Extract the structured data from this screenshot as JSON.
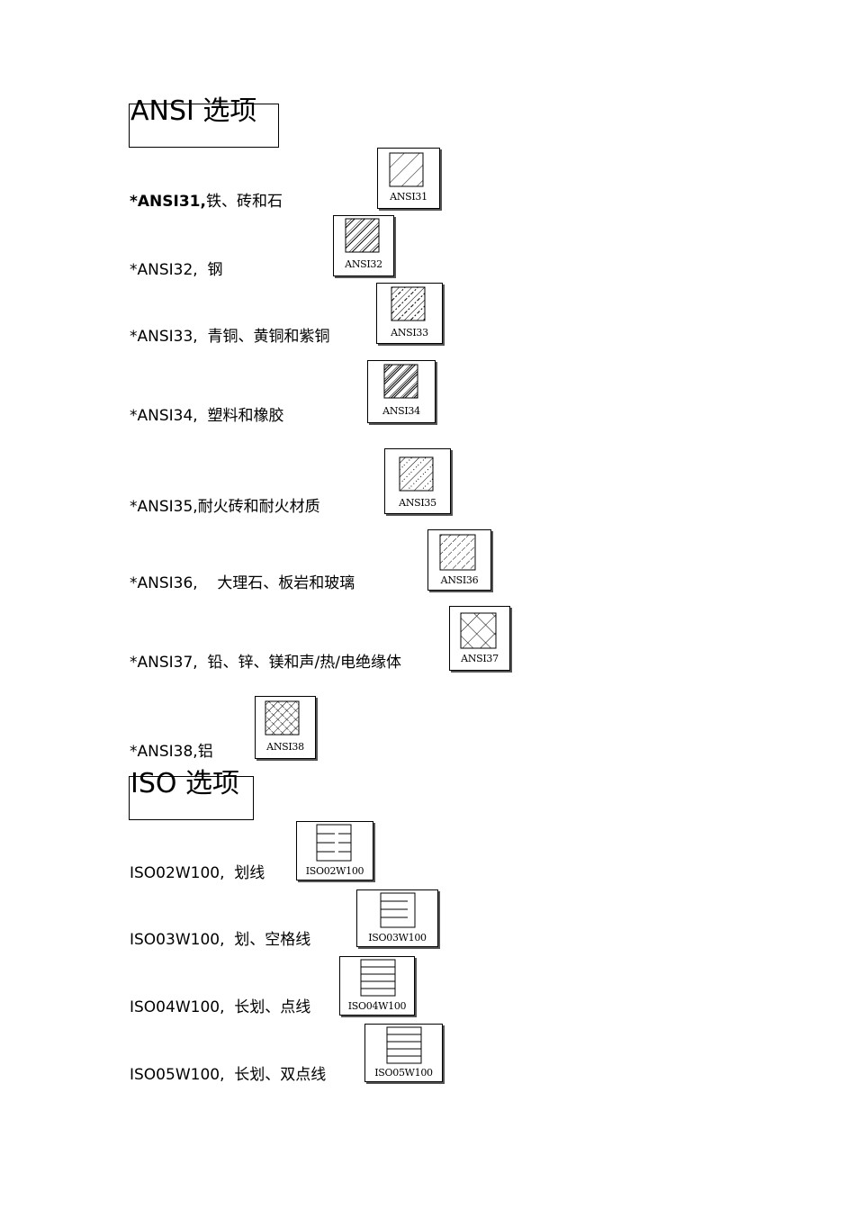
{
  "sections": {
    "ansi": {
      "title": "ANSI 选项",
      "items": [
        {
          "code": "*ANSI31,",
          "desc": "铁、砖和石",
          "swatch_label": "ANSI31"
        },
        {
          "code": "*ANSI32,",
          "desc": "钢",
          "swatch_label": "ANSI32"
        },
        {
          "code": "*ANSI33,",
          "desc": "青铜、黄铜和紫铜",
          "swatch_label": "ANSI33"
        },
        {
          "code": "*ANSI34,",
          "desc": "塑料和橡胶",
          "swatch_label": "ANSI34"
        },
        {
          "code": "*ANSI35,",
          "desc": "耐火砖和耐火材质",
          "swatch_label": "ANSI35"
        },
        {
          "code": "*ANSI36,",
          "desc": "大理石、板岩和玻璃",
          "swatch_label": "ANSI36"
        },
        {
          "code": "*ANSI37,",
          "desc": "铅、锌、镁和声/热/电绝缘体",
          "swatch_label": "ANSI37"
        },
        {
          "code": "*ANSI38,",
          "desc": "铝",
          "swatch_label": "ANSI38"
        }
      ]
    },
    "iso": {
      "title": "ISO 选项",
      "items": [
        {
          "code": "ISO02W100,",
          "desc": "划线",
          "swatch_label": "ISO02W100"
        },
        {
          "code": "ISO03W100,",
          "desc": "划、空格线",
          "swatch_label": "ISO03W100"
        },
        {
          "code": "ISO04W100,",
          "desc": "长划、点线",
          "swatch_label": "ISO04W100"
        },
        {
          "code": "ISO05W100,",
          "desc": "长划、双点线",
          "swatch_label": "ISO05W100"
        }
      ]
    }
  }
}
